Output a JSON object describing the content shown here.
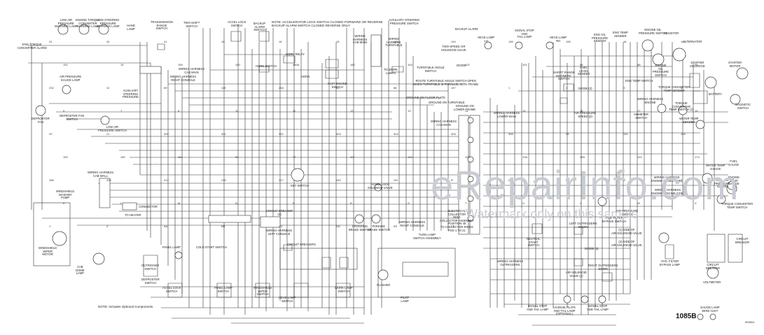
{
  "diagram": {
    "figure_number": "1085B",
    "figure_code": "659804",
    "note_top": "NOTE: ACCELERATOR LOCK SWITCH CLOSED FORWARD OR REVERSE\nBACKUP ALARM SWITCH CLOSED REVERSE ONLY",
    "note_bottom": "NOTE: Includes Optional Components",
    "watermark_main": "eRepairInfo.com",
    "watermark_sub": "Watermark only on this sample"
  },
  "components": [
    {
      "id": "low-air-lamp",
      "text": "LOW AIR\nPRESSURE\nWARNING LAMP"
    },
    {
      "id": "engine-torque-lamp",
      "text": "ENGINE TORQUE\nCONVERTER\nWARNING LAMP"
    },
    {
      "id": "low-steering-lamp",
      "text": "LOW STEERING\nPRESSURE\nWARNING LAMP"
    },
    {
      "id": "hand-lamp",
      "text": "HAND\nLAMP"
    },
    {
      "id": "trans-range-switch",
      "text": "TRANSMISSION\nRANGE\nSWITCH"
    },
    {
      "id": "two-shift-switch",
      "text": "TWO-SHIFT\nSWITCH"
    },
    {
      "id": "accel-lock-switch-top",
      "text": "ACCEL LOCK\nSWITCH"
    },
    {
      "id": "backup-alarm-switch",
      "text": "BACKUP\nALARM\nSWITCH"
    },
    {
      "id": "torque-alarm",
      "text": "ENG TORQUE\nCONVERTER ALARM"
    },
    {
      "id": "air-gauge-lamp",
      "text": "AIR PRESSURE\nGAUGE LAMP"
    },
    {
      "id": "aux-steering-pressure",
      "text": "AUXILIARY\nSTEERING\nPRESSURE"
    },
    {
      "id": "defroster-fan",
      "text": "DEFROSTER\nFAN"
    },
    {
      "id": "defroster-switch",
      "text": "DEFROSTER FAN\nSWITCH"
    },
    {
      "id": "low-air-switch",
      "text": "LOW AIR\nPRESSURE SWITCH"
    },
    {
      "id": "harness-cab-main",
      "text": "WIRING HARNESS\nCAB MAIN"
    },
    {
      "id": "harness-right-console",
      "text": "WIRING HARNESS\nRIGHT CONSOLE"
    },
    {
      "id": "horn-relay",
      "text": "HORN RELAY"
    },
    {
      "id": "horn-switch",
      "text": "HORN SWITCH"
    },
    {
      "id": "horn",
      "text": "HORN"
    },
    {
      "id": "fast-engine-switch",
      "text": "FAST ENGINE\nSWITCH"
    },
    {
      "id": "harness-cab-main-2",
      "text": "WIRING\nHARNESS\nCAB MAIN"
    },
    {
      "id": "harness-turntable",
      "text": "WIRING\nHARNESS\nTURNTABLE"
    },
    {
      "id": "to-work-lamps",
      "text": "TO WORK\nLAMPS"
    },
    {
      "id": "turntable-angle-switch",
      "text": "TURNTABLE ANGLE\nSWITCH"
    },
    {
      "id": "turntable-note",
      "text": "ROUTE TURNTABLE ANGLE SWITCH OPEN\nWHEN TURNTABLE IS PARALLEL WITH FRAME"
    },
    {
      "id": "aux-steering-pressure-switch",
      "text": "AUXILIARY STEERING\nPRESSURE SWITCH"
    },
    {
      "id": "backup-alarm",
      "text": "BACKUP ALARM"
    },
    {
      "id": "two-speed-valve",
      "text": "TWO-SPEED AIR\nSOLENOID VALVE"
    },
    {
      "id": "diode",
      "text": "DIODE"
    },
    {
      "id": "ground-floor-plate",
      "text": "GROUND ON FLOOR PLATE"
    },
    {
      "id": "ground-turntable",
      "text": "GROUND ON TURNTABLE"
    },
    {
      "id": "ground-lower-frame",
      "text": "GROUND ON\nLOWER FRAME"
    },
    {
      "id": "harness-cab-main-3",
      "text": "WIRING HARNESS\nCAB MAIN"
    },
    {
      "id": "harness-lower-main",
      "text": "WIRING HARNESS\nLOWER MAIN"
    },
    {
      "id": "head-lamp-lh",
      "text": "HEAD LAMP\nLH"
    },
    {
      "id": "signal-tail-lamp",
      "text": "SIGNAL STOP\nAND\nTAIL LAMP"
    },
    {
      "id": "head-lamp-rh",
      "text": "HEAD LAMP\nRH"
    },
    {
      "id": "eng-oil-sender",
      "text": "ENG OIL\nPRESSURE\nSENDER"
    },
    {
      "id": "eng-temp-sender",
      "text": "ENG TEMP\nSENDER"
    },
    {
      "id": "eng-oil-pressure-switch",
      "text": "ENGINE OIL\nPRESSURE SWITCH"
    },
    {
      "id": "resistor",
      "text": "RESISTOR"
    },
    {
      "id": "alternator",
      "text": "ALTERNATOR"
    },
    {
      "id": "fuel-level-sender",
      "text": "FUEL\nLEVEL\nSENDER"
    },
    {
      "id": "shuttle-switch",
      "text": "SHORT RANGE\nMAGNETIC\nSWITCH"
    },
    {
      "id": "diode-2",
      "text": "DIODE (2)"
    },
    {
      "id": "eng-temp-switch",
      "text": "ENG TEMP SWITCH"
    },
    {
      "id": "eng-oil-pressure-switch-2",
      "text": "ENGINE\nOIL\nPRESSURE\nSWITCH"
    },
    {
      "id": "torque-converter-sender",
      "text": "TORQUE CONVERTER\nTEMP SENDER"
    },
    {
      "id": "harness-engine",
      "text": "WIRING HARNESS\nENGINE"
    },
    {
      "id": "torque-converter-switch",
      "text": "TORQUE\nCONVERTER\nTEMP SWITCH (2)"
    },
    {
      "id": "starter",
      "text": "STARTER\nSOLENOID"
    },
    {
      "id": "starter-motor",
      "text": "STARTER\nMOTOR"
    },
    {
      "id": "battery",
      "text": "BATTERY"
    },
    {
      "id": "magnetic-switch",
      "text": "MAGNETIC\nSWITCH"
    },
    {
      "id": "air-pressure-spring",
      "text": "AIR PRESSURE\nSPEED (2)"
    },
    {
      "id": "ammeter-switch",
      "text": "AMMETER\nSWITCH"
    },
    {
      "id": "water-solenoid",
      "text": "WATER TEMP\nSENDER"
    },
    {
      "id": "harness-cab-wall",
      "text": "WIRING HARNESS\nCAB WALL"
    },
    {
      "id": "windshield-washer",
      "text": "WINDSHIELD\nWASHER\nPUMP"
    },
    {
      "id": "key-switch",
      "text": "KEY SWITCH"
    },
    {
      "id": "accel-lock-solenoid",
      "text": "ACCEL LOCK\nSOLENOID VALVE"
    },
    {
      "id": "harness-engine-2",
      "text": "WIRING HARNESS\nENGINE (PANEL SIDE)"
    },
    {
      "id": "circuit-breaker-1",
      "text": "CIRCUIT BREAKER\n(3)"
    },
    {
      "id": "harness-left-console",
      "text": "WIRING HARNESS\nLEFT CONSOLE"
    },
    {
      "id": "connector",
      "text": "CONNECTOR"
    },
    {
      "id": "to-heater",
      "text": "TO HEATER"
    },
    {
      "id": "collector-ring",
      "text": "ELECTRICAL\nCOLLECTOR\nRING\nCOLLECTOR ASSEMBLY\nPOSITION 45\nTO COLLECTOR RINGS\nPOS 1 TO 21"
    },
    {
      "id": "windshield-wiper-motor",
      "text": "WINDSHIELD\nWIPER\nMOTOR"
    },
    {
      "id": "cab-dome-lamp",
      "text": "CAB\nDOME\nLAMP"
    },
    {
      "id": "panel-lamp",
      "text": "PANEL LAMP"
    },
    {
      "id": "cold-start-switch",
      "text": "COLD START SWITCH"
    },
    {
      "id": "outrigger-switch",
      "text": "OUTRIGGER\nSWITCH"
    },
    {
      "id": "defroster-switch-2",
      "text": "DEFROSTER\nSWITCH"
    },
    {
      "id": "accel-lock-switch",
      "text": "ACCEL LOCK\nSWITCH"
    },
    {
      "id": "panel-lamp-switch",
      "text": "PANEL LAMP\nSWITCH"
    },
    {
      "id": "windshield-wiper-switch",
      "text": "WINDSHIELD\nWIPER\nSWITCH"
    },
    {
      "id": "head-lamp-switch",
      "text": "HEAD LAMP\nSWITCH"
    },
    {
      "id": "work-lamp-switch",
      "text": "WORK LAMP\nSWITCH"
    },
    {
      "id": "circuit-breakers",
      "text": "CIRCUIT BREAKERS"
    },
    {
      "id": "crossing-brake-switch",
      "text": "CROSSING\nBRAKE SWITCH"
    },
    {
      "id": "parking-brake-switch",
      "text": "PARKING\nBRAKE SWITCH"
    },
    {
      "id": "harness-right-console-2",
      "text": "WIRING HARNESS\nRIGHT CONSOLE"
    },
    {
      "id": "turn-lamp-switch",
      "text": "TURN LAMP\nSWITCH ASSEMBLY"
    },
    {
      "id": "flasher",
      "text": "FLASHER"
    },
    {
      "id": "pilot-lamp",
      "text": "PILOT\nLAMP"
    },
    {
      "id": "neutral-start-switch",
      "text": "NEUTRAL\nSTART\nSWITCH"
    },
    {
      "id": "harness-outriggers",
      "text": "WIRING HARNESS\nOUTRIGGERS"
    },
    {
      "id": "signal-tail-lamp-2",
      "text": "SIGNAL STOP\nAND TAIL LAMP"
    },
    {
      "id": "license-plate-lamp",
      "text": "LICENSE PLATE\nAND TAIL LAMP\n(OPTIONAL)"
    },
    {
      "id": "signal-tail-lamp-3",
      "text": "SIGNAL STOP\nAND TAIL LAMP"
    },
    {
      "id": "left-outriggers-down",
      "text": "LEFT OUTRIGGERS\nDOWN"
    },
    {
      "id": "right-outriggers-down",
      "text": "RIGHT OUTRIGGERS\nDOWN"
    },
    {
      "id": "air-solenoid-valve",
      "text": "AIR SOLENOID\nVALVE (4)"
    },
    {
      "id": "up-side-valve-1",
      "text": "(1) SIDE OF\nAIR SOLENOID VALVE"
    },
    {
      "id": "up-side-valve-2",
      "text": "(2) SIDE OF\nAIR SOLENOID VALVE"
    },
    {
      "id": "diode-4",
      "text": "DIODE (4)"
    },
    {
      "id": "hyd-filter-switch",
      "text": "HYD. FILTER\nBYPASS SWITCH"
    },
    {
      "id": "hyd-filter-lamp",
      "text": "HYD. FILTER\nBYPASS LAMP"
    },
    {
      "id": "circuit-breaker",
      "text": "CIRCUIT\nBREAKER"
    },
    {
      "id": "circuit-breaker-2",
      "text": "CIRCUIT\nBREAKER"
    },
    {
      "id": "voltmeter",
      "text": "VOLTMETER"
    },
    {
      "id": "gauge-lamp",
      "text": "GAUGE LAMP\nWIRE ASSY"
    },
    {
      "id": "torque-converter-temp-switch",
      "text": "TORQUE CONVERTER\nTEMP SWITCH"
    },
    {
      "id": "engine-temp-gauge",
      "text": "ENGINE\nTEMP\nGAUGE"
    },
    {
      "id": "eng-oil-gauge",
      "text": "ENG. OIL\nPRESSURE\nGAUGE"
    },
    {
      "id": "water-temp-gauge",
      "text": "WATER TEMP\nGAUGE"
    },
    {
      "id": "fuel-gauge",
      "text": "FUEL\nGAUGE"
    },
    {
      "id": "harness-engine-3",
      "text": "WIRING HARNESS\nENGINE (ENGINE SIDE)"
    },
    {
      "id": "air-pressure-switch",
      "text": "AIR PRESSURE\nSWITCH"
    }
  ],
  "wire_labels": [
    "31",
    "40",
    "41",
    "16",
    "18",
    "15",
    "109",
    "194",
    "196",
    "195",
    "16",
    "143",
    "191",
    "19",
    "155",
    "150",
    "150A",
    "182",
    "104",
    "102",
    "101",
    "86",
    "88",
    "30",
    "232",
    "12",
    "69",
    "119",
    "40A",
    "81",
    "88",
    "147",
    "1",
    "2",
    "3",
    "4",
    "5",
    "7",
    "8",
    "10",
    "11",
    "12",
    "13",
    "14",
    "15",
    "16",
    "17",
    "19",
    "20",
    "21",
    "300",
    "301",
    "302",
    "303",
    "304",
    "305",
    "306",
    "94",
    "131",
    "128",
    "153",
    "160",
    "164",
    "89",
    "77",
    "117",
    "146",
    "103",
    "13A",
    "19A",
    "123",
    "174",
    "185",
    "200",
    "212",
    "215",
    "217",
    "240",
    "241",
    "B",
    "D",
    "F",
    "H",
    "J",
    "K",
    "L",
    "M",
    "N",
    "P",
    "R",
    "S",
    "T",
    "U",
    "V",
    "W",
    "X",
    "Y",
    "Z",
    "AA",
    "BB",
    "CC",
    "DD",
    "EE",
    "FF"
  ]
}
